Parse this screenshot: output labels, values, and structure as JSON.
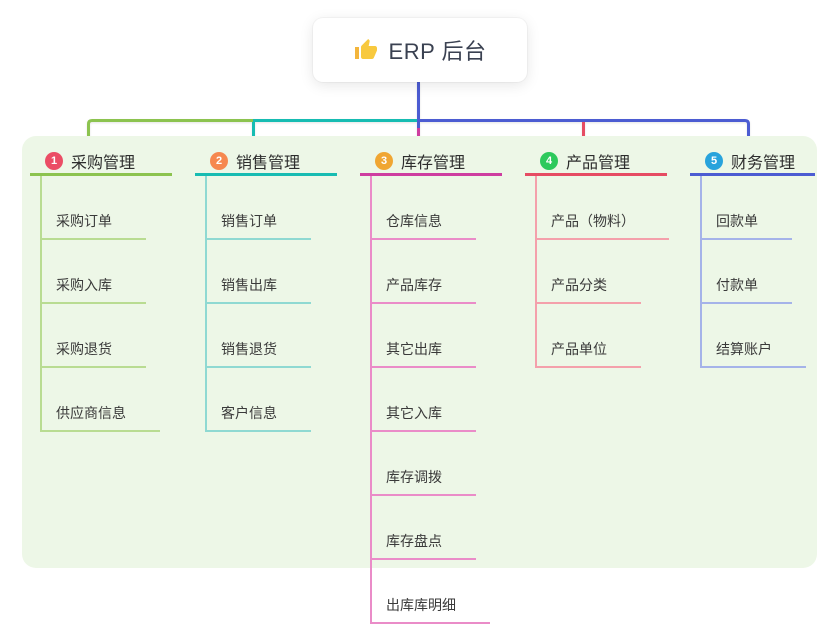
{
  "root": {
    "title": "ERP 后台",
    "icon": "thumbs-up-icon"
  },
  "panel": {
    "background": "#edf7e7"
  },
  "colors": {
    "indigo": "#4c5cd2",
    "green": "#8cc34f",
    "teal": "#17bcb2",
    "magenta": "#ce3da0",
    "red": "#e64c63"
  },
  "branches": [
    {
      "number": "1",
      "title": "采购管理",
      "badge_color": "#eb4d65",
      "line_color": "#8cc34f",
      "leaf_line_color": "#b9dc92",
      "leaves": [
        "采购订单",
        "采购入库",
        "采购退货",
        "供应商信息"
      ]
    },
    {
      "number": "2",
      "title": "销售管理",
      "badge_color": "#f6884f",
      "line_color": "#17bcb2",
      "leaf_line_color": "#8fd9d2",
      "leaves": [
        "销售订单",
        "销售出库",
        "销售退货",
        "客户信息"
      ]
    },
    {
      "number": "3",
      "title": "库存管理",
      "badge_color": "#f0a632",
      "line_color": "#ce3da0",
      "leaf_line_color": "#ea8cc8",
      "leaves": [
        "仓库信息",
        "产品库存",
        "其它出库",
        "其它入库",
        "库存调拨",
        "库存盘点",
        "出库库明细"
      ]
    },
    {
      "number": "4",
      "title": "产品管理",
      "badge_color": "#2dc95c",
      "line_color": "#e64c63",
      "leaf_line_color": "#f4a0ab",
      "leaves": [
        "产品（物料）",
        "产品分类",
        "产品单位"
      ]
    },
    {
      "number": "5",
      "title": "财务管理",
      "badge_color": "#28a3dc",
      "line_color": "#4c5cd2",
      "leaf_line_color": "#a5b3e9",
      "leaves": [
        "回款单",
        "付款单",
        "结算账户"
      ]
    }
  ]
}
